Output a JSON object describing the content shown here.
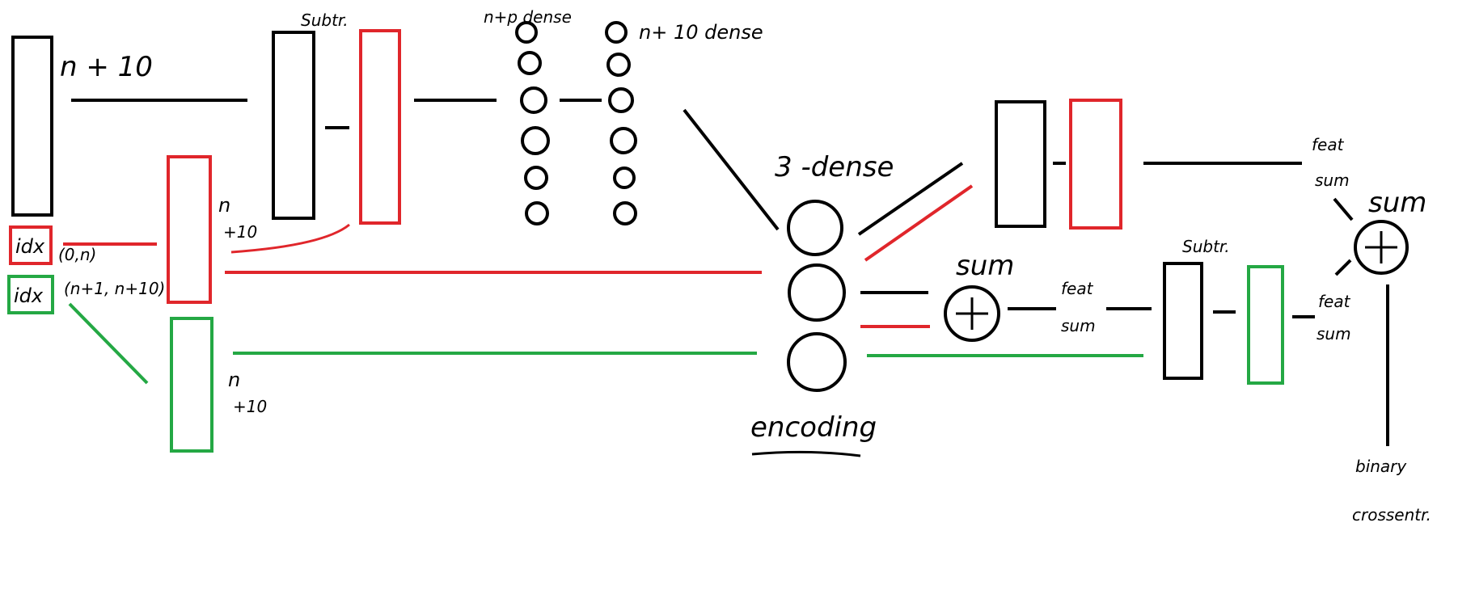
{
  "colors": {
    "black": "#000000",
    "red": "#e0262b",
    "green": "#24a844",
    "background": "#ffffff"
  },
  "labels": {
    "input_size": "n + 10",
    "idx_red": "idx",
    "idx_red_range": "(0,n)",
    "idx_green": "idx",
    "idx_green_range": "(n+1, n+10)",
    "red_embed_size_a": "n",
    "red_embed_size_b": "+10",
    "green_embed_size_a": "n",
    "green_embed_size_b": "+10",
    "subtr_top": "Subtr.",
    "dense_first": "n+p dense",
    "dense_second": "n+ 10 dense",
    "dense_three": "3 -dense",
    "encoding": "encoding",
    "sum_middle": "sum",
    "feat_sum_middle_a": "feat",
    "feat_sum_middle_b": "sum",
    "subtr_right": "Subtr.",
    "feat_sum_top_a": "feat",
    "feat_sum_top_b": "sum",
    "sum_right": "sum",
    "feat_sum_bottom_a": "feat",
    "feat_sum_bottom_b": "sum",
    "output_a": "binary",
    "output_b": "crossentr."
  }
}
